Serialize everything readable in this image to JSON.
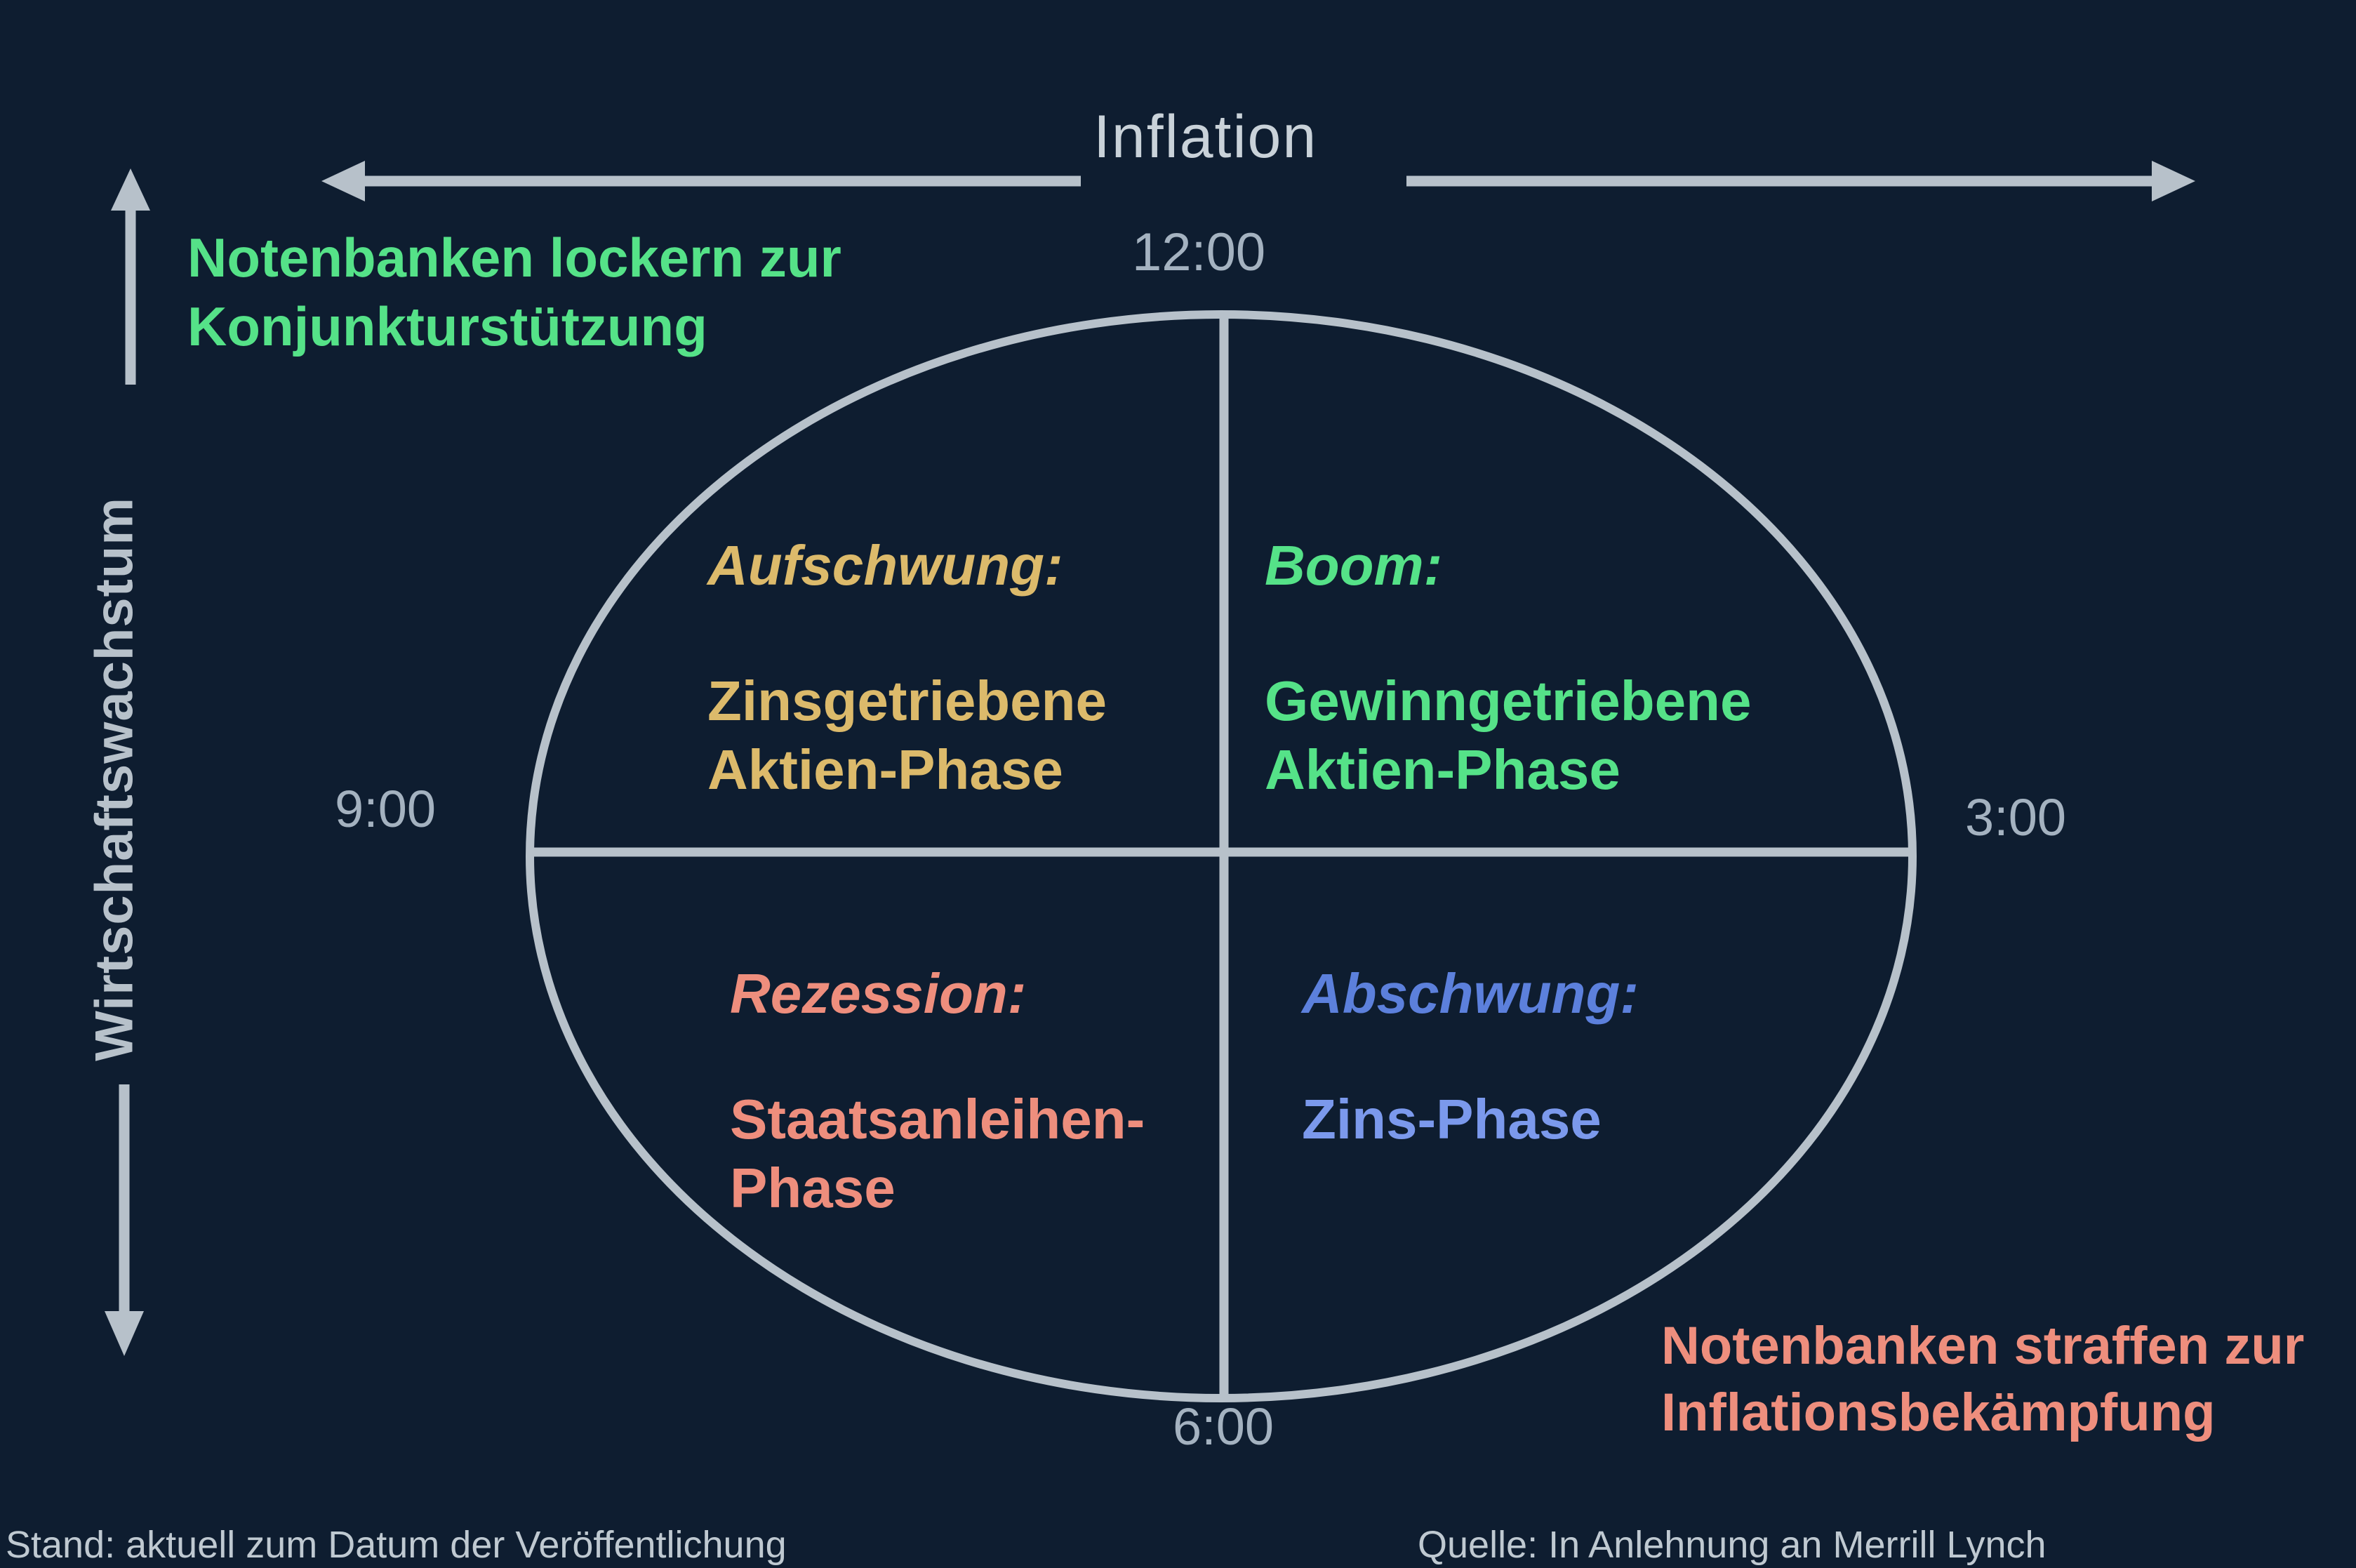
{
  "colors": {
    "background": "#0e1d30",
    "axis": "#b7c1ca",
    "bright_silver": "#c9d2d9",
    "time_silver": "#a4b2c0",
    "footer_silver": "#bfc9d1",
    "green": "#55e288",
    "gold": "#dcba6b",
    "salmon": "#ee8e7d",
    "blue_heading": "#5c80dc",
    "blue_body": "#7b99ec"
  },
  "axes": {
    "inflation_label": "Inflation",
    "growth_label": "Wirtschaftswachstum"
  },
  "clock_times": {
    "top": "12:00",
    "right": "3:00",
    "bottom": "6:00",
    "left": "9:00"
  },
  "annotations": {
    "easing": {
      "line1": "Notenbanken lockern zur",
      "line2": "Konjunkturstützung"
    },
    "tightening": {
      "line1": "Notenbanken straffen zur",
      "line2": "Inflationsbekämpfung"
    }
  },
  "quadrants": {
    "upswing": {
      "heading": "Aufschwung:",
      "line1": "Zinsgetriebene",
      "line2": "Aktien-Phase"
    },
    "boom": {
      "heading": "Boom:",
      "line1": "Gewinngetriebene",
      "line2": "Aktien-Phase"
    },
    "recession": {
      "heading": "Rezession:",
      "line1": "Staatsanleihen-",
      "line2": "Phase"
    },
    "downswing": {
      "heading": "Abschwung:",
      "line1": "Zins-Phase"
    }
  },
  "footer": {
    "left": "Stand: aktuell zum Datum der Veröffentlichung",
    "right": "Quelle: In Anlehnung an Merrill Lynch"
  }
}
